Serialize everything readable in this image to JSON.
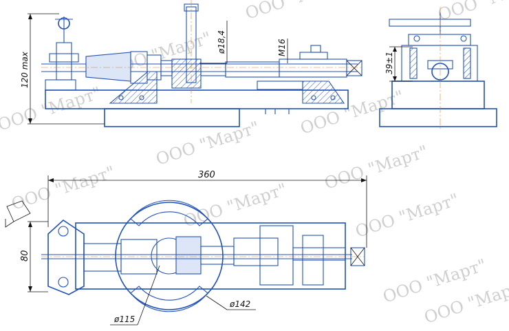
{
  "watermark": {
    "text": "ООО \"Март\""
  },
  "dimensions": {
    "front_height": "120 max",
    "shaft_diameter": "ø18,4",
    "thread": "M16",
    "side_height": "39±1",
    "overall_length": "360",
    "width": "80",
    "diameter_115": "ø115",
    "diameter_142": "ø142"
  },
  "colors": {
    "outline": "#1f4fb8",
    "dimension": "#111111",
    "centerline": "#d9822b",
    "watermark": "#cfcfcf"
  }
}
